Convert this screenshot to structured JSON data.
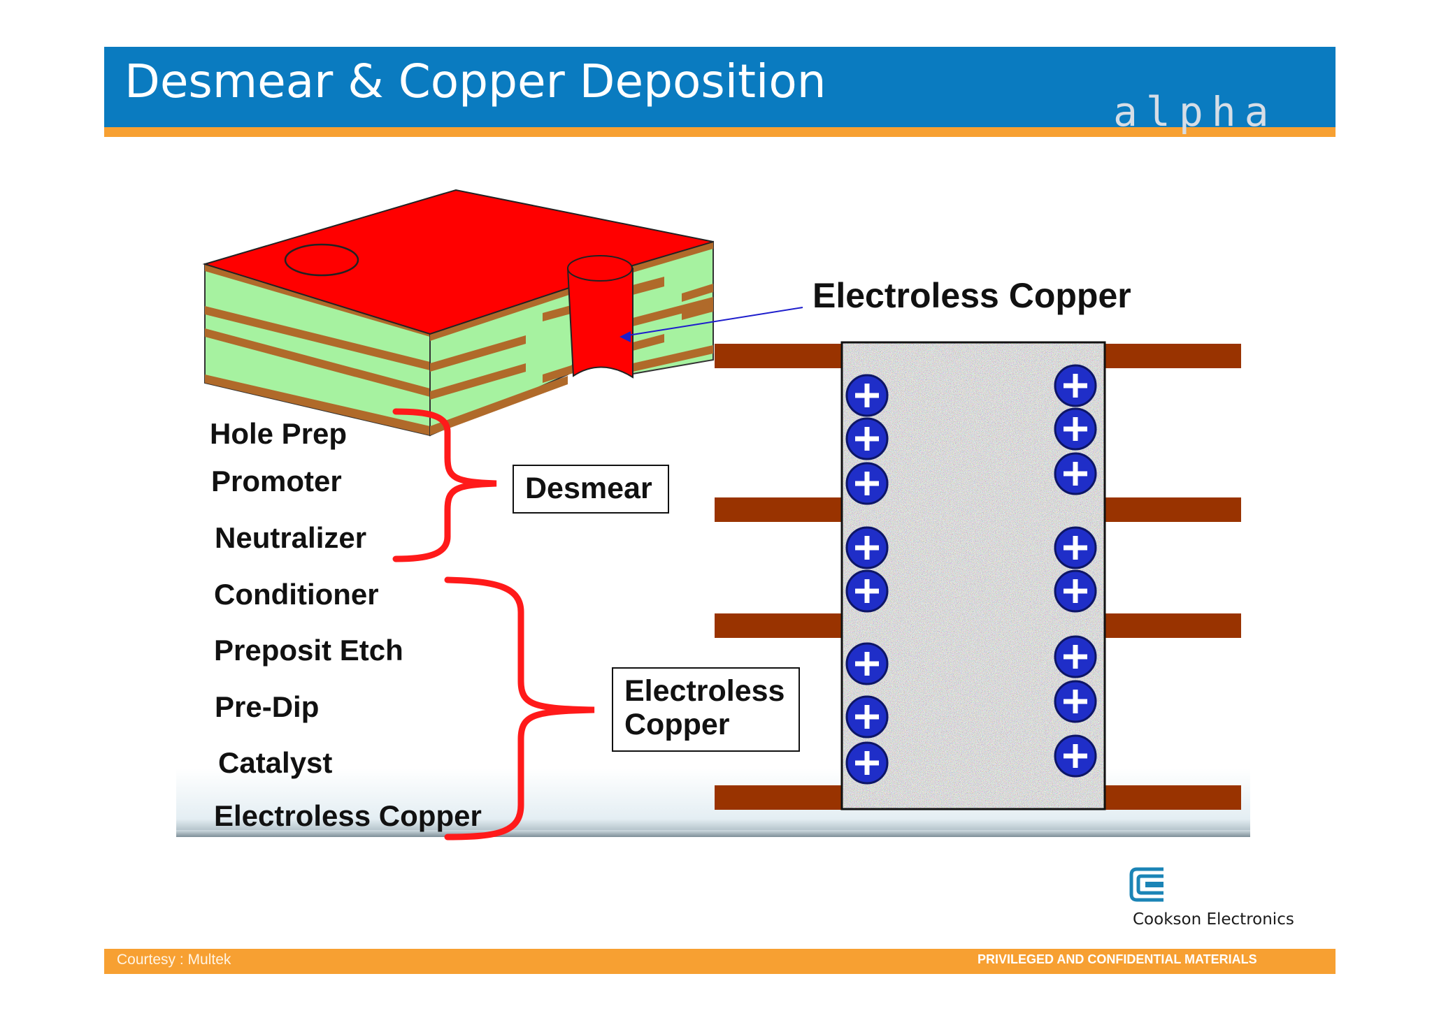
{
  "header": {
    "title": "Desmear & Copper Deposition",
    "brand": "alpha"
  },
  "labels": {
    "callout": "Electroless Copper",
    "desmear_group": "Desmear",
    "electroless_group": "Electroless Copper",
    "steps": [
      "Hole Prep",
      "Promoter",
      "Neutralizer",
      "Conditioner",
      "Preposit Etch",
      "Pre-Dip",
      "Catalyst",
      "Electroless Copper"
    ]
  },
  "footer": {
    "courtesy": "Courtesy : Multek",
    "confidential": "PRIVILEGED AND CONFIDENTIAL MATERIALS",
    "company": "Cookson Electronics"
  },
  "colors": {
    "header_blue": "#0a7bc0",
    "accent_orange": "#f7a032",
    "copper_red": "#ff0000",
    "laminate_green": "#a6f2a0",
    "trace_brown": "#993300",
    "charge_blue": "#1f2ec8"
  },
  "icons": [
    "plus-charge-icon",
    "cookson-logo-icon"
  ]
}
